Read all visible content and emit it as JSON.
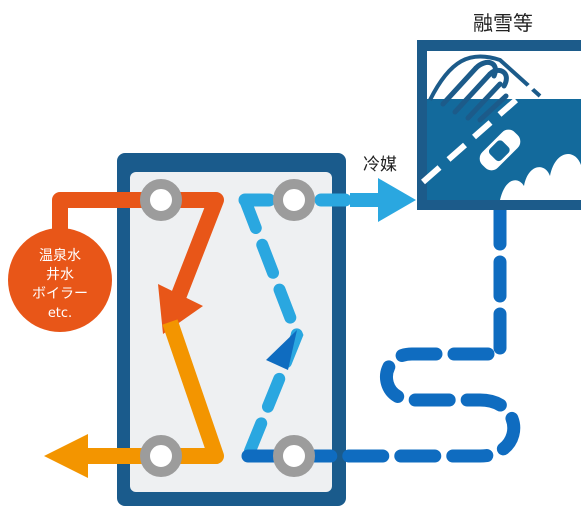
{
  "labels": {
    "snow_melting": "融雪等",
    "refrigerant": "冷媒",
    "heat_source_lines": [
      "温泉水",
      "井水",
      "ボイラー",
      "etc."
    ]
  },
  "colors": {
    "panel_frame": "#1a5b8c",
    "panel_inner": "#eef0f2",
    "port": "#9c9c9c",
    "hot_line": "#e85618",
    "warm_line": "#f39500",
    "cool_dashed": "#2aa7e0",
    "return_dashed": "#0f6cc0",
    "scene_frame": "#1c5b8a",
    "scene_road": "#136a9c"
  }
}
